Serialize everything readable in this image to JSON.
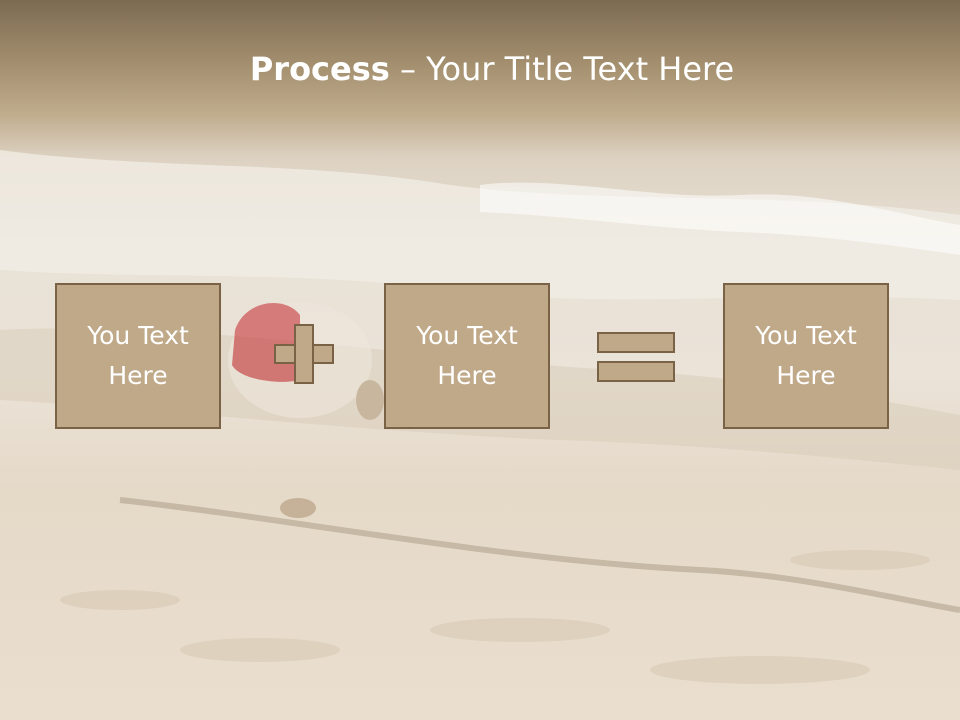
{
  "slide": {
    "title_bold": "Process",
    "title_rest": " – Your Title Text Here",
    "boxes": [
      {
        "text": "You Text Here"
      },
      {
        "text": "You Text Here"
      },
      {
        "text": "You Text Here"
      }
    ]
  },
  "colors": {
    "box_fill": "#c0a989",
    "box_border": "#7a6247",
    "text": "#ffffff",
    "header_band": "#7c6a52"
  },
  "icons": [
    "plus-icon",
    "equals-icon"
  ]
}
